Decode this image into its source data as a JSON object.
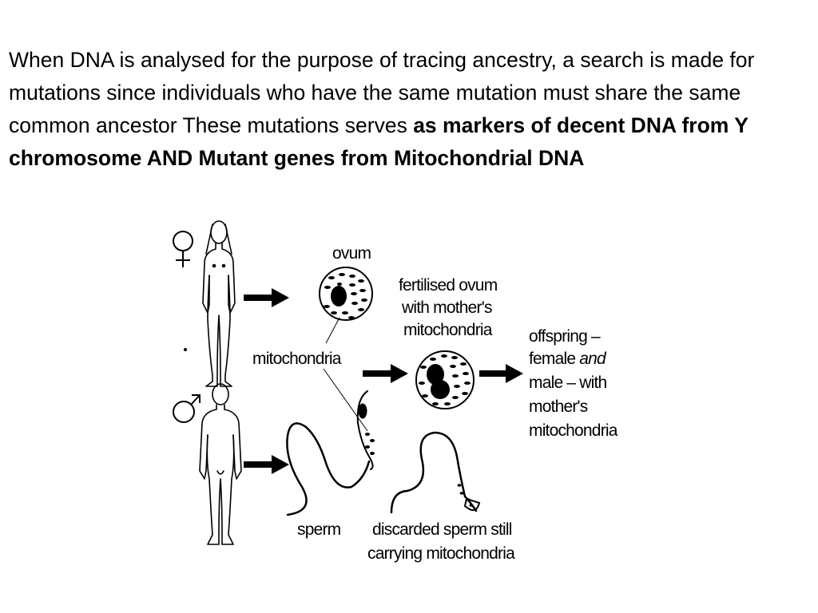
{
  "intro": {
    "plain": "When DNA is analysed for the purpose of tracing ancestry, a search is made for mutations since individuals who have the same mutation must share the same common ancestor These mutations serves ",
    "bold": "as markers of decent DNA from Y chromosome AND  Mutant genes from Mitochondrial DNA"
  },
  "diagram": {
    "ovum": "ovum",
    "fertilised_line1": "fertilised ovum",
    "fertilised_line2": "with mother's",
    "fertilised_line3": "mitochondria",
    "offspring_line1": "offspring –",
    "offspring_line2a": "female ",
    "offspring_line2b": "and",
    "offspring_line3": "male – with",
    "offspring_line4": "mother's",
    "offspring_line5": "mitochondria",
    "mitochondria": "mitochondria",
    "sperm": "sperm",
    "discarded_line1": "discarded sperm still",
    "discarded_line2": "carrying mitochondria"
  }
}
